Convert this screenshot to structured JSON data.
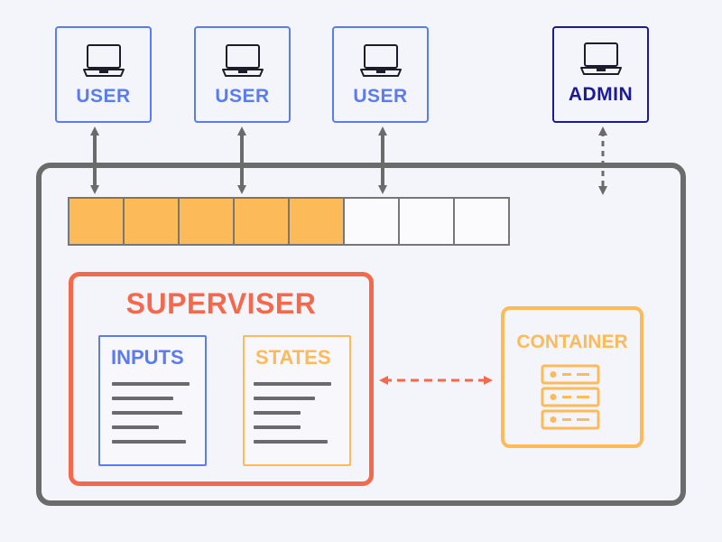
{
  "users": [
    {
      "label": "USER"
    },
    {
      "label": "USER"
    },
    {
      "label": "USER"
    }
  ],
  "admin": {
    "label": "ADMIN"
  },
  "queue": {
    "filled_cells": 5,
    "total_cells": 8
  },
  "superviser": {
    "title": "SUPERVISER",
    "inputs_title": "INPUTS",
    "states_title": "STATES"
  },
  "container": {
    "title": "CONTAINER"
  },
  "colors": {
    "user": "#5a7cf0",
    "admin": "#1b1b9a",
    "superviser": "#f4694b",
    "container": "#fdba58",
    "frame": "#6b6b6b",
    "queue_filled": "#fdba58"
  }
}
